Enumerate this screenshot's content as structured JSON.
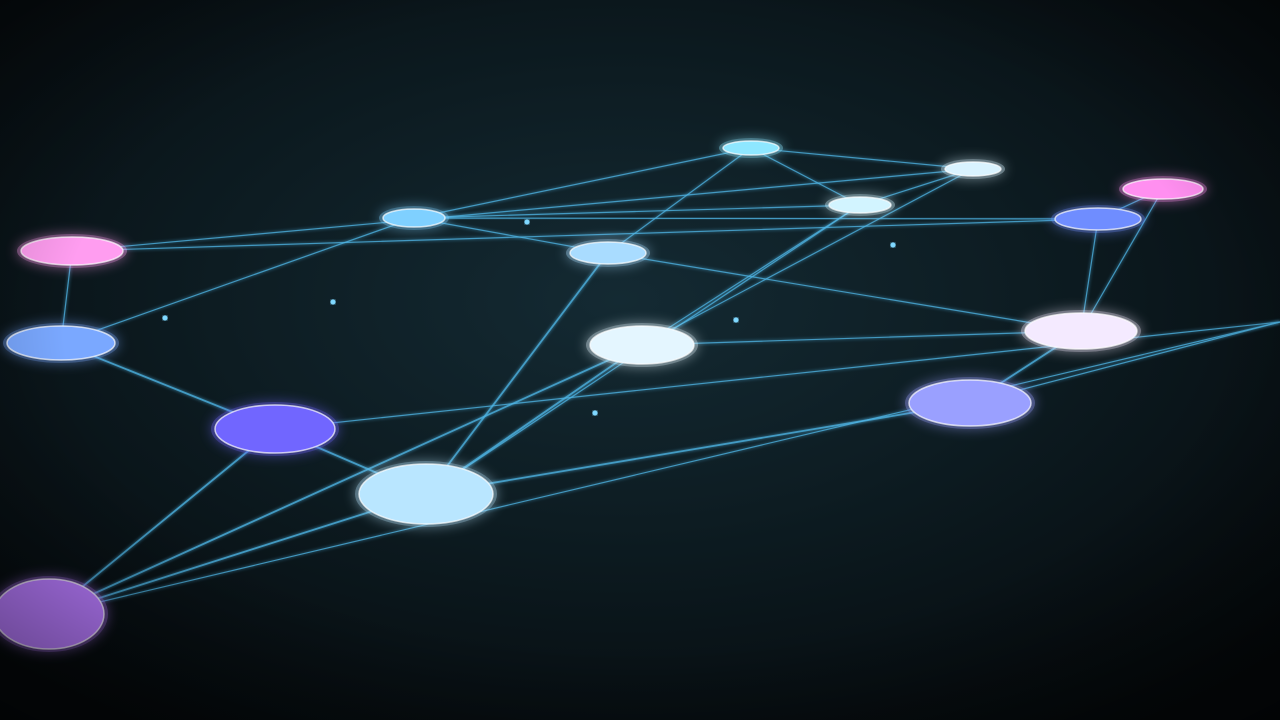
{
  "diagram": {
    "background": "#0b1418",
    "edge_color": "#4fb6e6",
    "glow_color": "#7fd8ff",
    "nodes": [
      {
        "id": "n1",
        "label": "",
        "color": "#8ee7ff"
      },
      {
        "id": "n2",
        "label": "",
        "color": "#7fd0ff"
      },
      {
        "id": "n3",
        "label": "",
        "color": "#ff9df0"
      },
      {
        "id": "n4",
        "label": "",
        "color": "#a9dcff"
      },
      {
        "id": "n5",
        "label": "",
        "color": "#7aa8ff"
      },
      {
        "id": "n6",
        "label": "",
        "color": "#d9f3ff"
      },
      {
        "id": "n7",
        "label": "",
        "color": "#d2f4ff"
      },
      {
        "id": "n8",
        "label": "",
        "color": "#ff8ff0"
      },
      {
        "id": "n9",
        "label": "",
        "color": "#6f8dff"
      },
      {
        "id": "n10",
        "label": "",
        "color": "#e4f6ff"
      },
      {
        "id": "n11",
        "label": "",
        "color": "#7166ff"
      },
      {
        "id": "n12",
        "label": "",
        "color": "#f4eaff"
      },
      {
        "id": "n13",
        "label": "",
        "color": "#9aa0ff"
      },
      {
        "id": "n14",
        "label": "",
        "color": "#b9e6ff"
      },
      {
        "id": "n15",
        "label": "",
        "color": "#b87bff"
      },
      {
        "id": "n16",
        "label": "",
        "color": "#ff78e6"
      }
    ],
    "edges": [
      [
        "n1",
        "n2"
      ],
      [
        "n1",
        "n6"
      ],
      [
        "n1",
        "n4"
      ],
      [
        "n1",
        "n7"
      ],
      [
        "n2",
        "n4"
      ],
      [
        "n2",
        "n5"
      ],
      [
        "n2",
        "n7"
      ],
      [
        "n2",
        "n9"
      ],
      [
        "n3",
        "n9"
      ],
      [
        "n3",
        "n5"
      ],
      [
        "n4",
        "n14"
      ],
      [
        "n4",
        "n12"
      ],
      [
        "n6",
        "n7"
      ],
      [
        "n6",
        "n10"
      ],
      [
        "n6",
        "n3"
      ],
      [
        "n7",
        "n10"
      ],
      [
        "n7",
        "n14"
      ],
      [
        "n8",
        "n9"
      ],
      [
        "n8",
        "n12"
      ],
      [
        "n5",
        "n11"
      ],
      [
        "n9",
        "n12"
      ],
      [
        "n10",
        "n14"
      ],
      [
        "n10",
        "n15"
      ],
      [
        "n10",
        "n12"
      ],
      [
        "n11",
        "n14"
      ],
      [
        "n11",
        "n16"
      ],
      [
        "n11",
        "n15"
      ],
      [
        "n13",
        "n14"
      ],
      [
        "n13",
        "n16"
      ],
      [
        "n14",
        "n15"
      ],
      [
        "n15",
        "n16"
      ],
      [
        "n12",
        "n13"
      ]
    ]
  }
}
